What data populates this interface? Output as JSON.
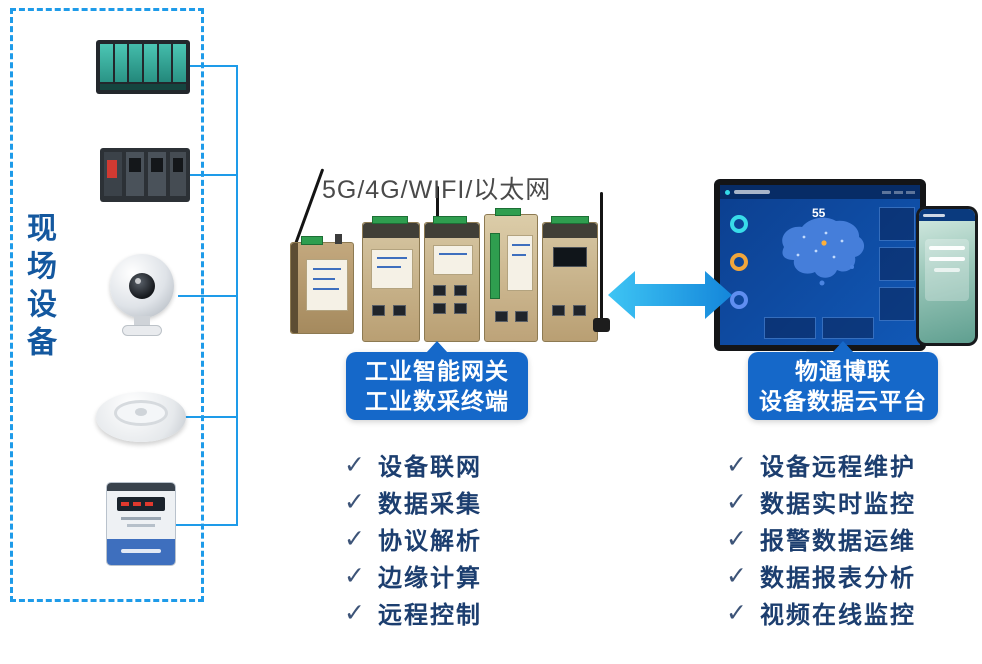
{
  "colors": {
    "accent_blue": "#1e9be9",
    "label_box_blue": "#1568c9",
    "text_navy": "#1c3e6f",
    "check_color": "#3d5478",
    "arrow_start": "#3ec5f4",
    "arrow_end": "#1486da"
  },
  "field_devices": {
    "label": "现场设备"
  },
  "gateway": {
    "connectivity_label": "5G/4G/WIFI/以太网",
    "title_line1": "工业智能网关",
    "title_line2": "工业数采终端",
    "check_glyph": "✓",
    "features": [
      "设备联网",
      "数据采集",
      "协议解析",
      "边缘计算",
      "远程控制"
    ]
  },
  "platform": {
    "title_line1": "物通博联",
    "title_line2": "设备数据云平台",
    "check_glyph": "✓",
    "features": [
      "设备远程维护",
      "数据实时监控",
      "报警数据运维",
      "数据报表分析",
      "视频在线监控"
    ],
    "dashboard_stat": "55"
  }
}
